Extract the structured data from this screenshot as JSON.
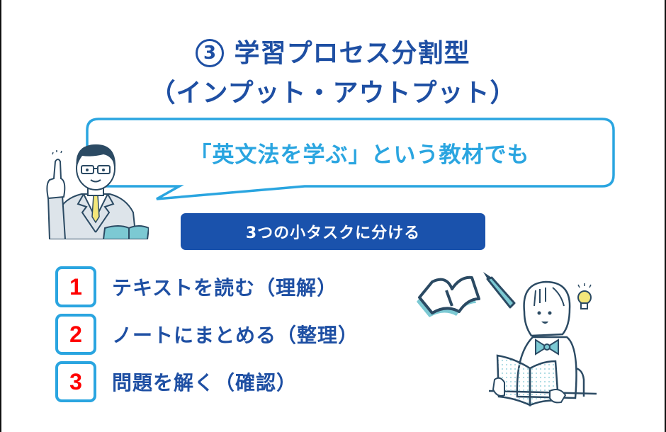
{
  "title": {
    "number": "3",
    "line1": "学習プロセス分割型",
    "line2": "（インプット・アウトプット）"
  },
  "speech_bubble": {
    "text": "「英文法を学ぶ」という教材でも"
  },
  "banner": {
    "text": "3つの小タスクに分ける"
  },
  "steps": [
    {
      "number": "1",
      "label": "テキストを読む（理解）"
    },
    {
      "number": "2",
      "label": "ノートにまとめる（整理）"
    },
    {
      "number": "3",
      "label": "問題を解く（確認）"
    }
  ],
  "illustrations": {
    "teacher": "teacher-pointing-with-book",
    "student": "student-reading-book",
    "decor": [
      "open-book-icon",
      "pencil-icon",
      "lightbulb-icon"
    ]
  },
  "colors": {
    "title": "#1e4fa3",
    "bubble": "#2aa5e0",
    "banner_bg": "#1a52ac",
    "step_number": "#ff0000",
    "step_text": "#1e4fa3",
    "illustration_line": "#2b4a63",
    "illustration_accent": "#7cc9d3"
  }
}
